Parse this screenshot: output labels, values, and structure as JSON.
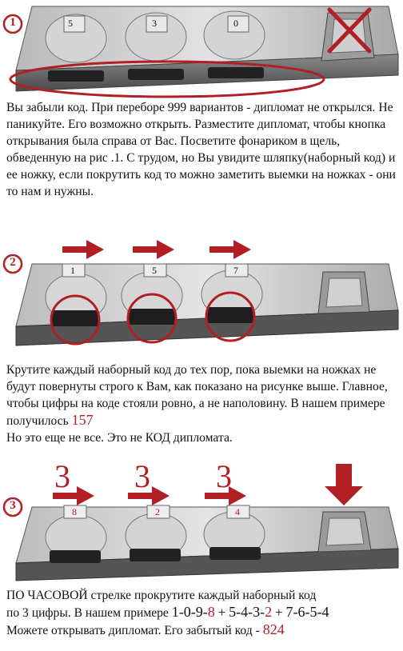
{
  "step1": {
    "number": "1",
    "dials": [
      "5",
      "3",
      "0"
    ],
    "text": "Вы забыли код. При переборе 999 вариантов - дипломат не открылся. Не паникуйте. Его возможно открыть. Разместите дипломат, чтобы кнопка открывания была справа от Вас. Посветите фонариком в щель, обведенную на рис .1. С трудом, но Вы увидите шляпку(наборный код) и ее ножку, если покрутить код то можно заметить выемки на ножках - они то нам и нужны."
  },
  "step2": {
    "number": "2",
    "dials": [
      "1",
      "5",
      "7"
    ],
    "text": "Крутите каждый наборный код до тех пор, пока выемки на ножках не будут повернуты строго к Вам, как показано на рисунке выше. Главное, чтобы цифры на коде  стояли ровно, а не наполовину. В нашем примере получилось",
    "result": "157",
    "note": "Но это еще не все. Это не КОД дипломата."
  },
  "step3": {
    "number": "3",
    "turns": [
      "3",
      "3",
      "3"
    ],
    "dials": [
      "8",
      "2",
      "4"
    ],
    "text_line1": "ПО ЧАСОВОЙ стрелке прокрутите каждый наборный код",
    "text_line2": "по 3 цифры. В нашем примере",
    "seq1": "1-0-9-",
    "seq1_end": "8",
    "plus1": "+",
    "seq2": "5-4-3-",
    "seq2_end": "2",
    "plus2": "+",
    "seq3": "7-6-5-4",
    "final_text": "Можете открывать дипломат. Его забытый код -",
    "final_code": "824"
  },
  "colors": {
    "accent": "#b11f24",
    "metal": "#c9c9c9",
    "dark": "#3a3a3a"
  }
}
